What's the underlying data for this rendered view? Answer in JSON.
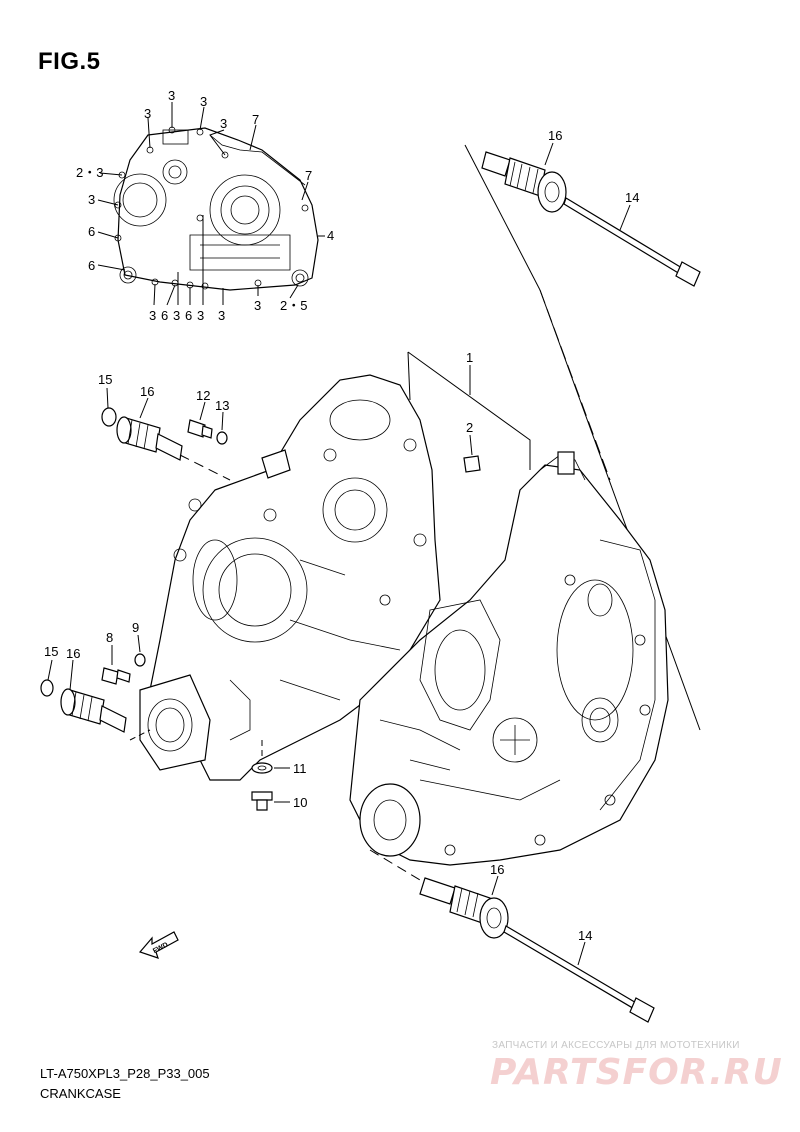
{
  "figure": {
    "title": "FIG.5",
    "code": "LT-A750XPL3_P28_P33_005",
    "caption": "CRANKCASE"
  },
  "watermark": {
    "tagline": "ЗАПЧАСТИ И АКСЕССУАРЫ ДЛЯ МОТОТЕХНИКИ",
    "logo": "PARTSFOR.RU"
  },
  "fwd_label": "FWD",
  "inset_labels": [
    "3",
    "3",
    "3",
    "3",
    "7",
    "2・3",
    "7",
    "3",
    "6",
    "4",
    "6",
    "3",
    "6",
    "3",
    "6",
    "3",
    "3",
    "3",
    "2・5"
  ],
  "main_labels": [
    "16",
    "14",
    "1",
    "2",
    "15",
    "16",
    "12",
    "13",
    "8",
    "9",
    "15",
    "16",
    "11",
    "10",
    "16",
    "14"
  ]
}
